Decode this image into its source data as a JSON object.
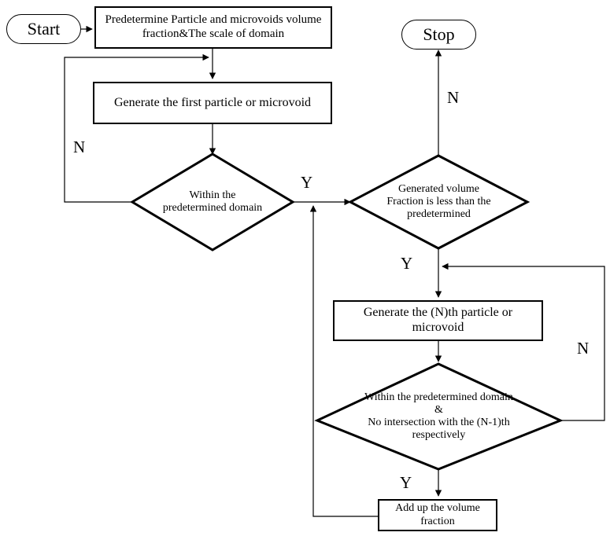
{
  "diagram": {
    "type": "flowchart",
    "title": "Particle and microvoid generation flowchart",
    "background_color": "#ffffff",
    "line_color": "#000000",
    "text_color": "#000000"
  },
  "nodes": {
    "start": {
      "label": "Start",
      "shape": "terminator"
    },
    "stop": {
      "label": "Stop",
      "shape": "terminator"
    },
    "predetermine": {
      "line1": "Predetermine  Particle and microvoids volume",
      "line2": "fraction&The scale of domain",
      "shape": "process"
    },
    "generate_first": {
      "label": "Generate the first particle or microvoid",
      "shape": "process"
    },
    "within_domain": {
      "line1": "Within the",
      "line2": "predetermined domain",
      "shape": "decision"
    },
    "volume_fraction_check": {
      "line1": "Generated  volume",
      "line2": "Fraction is less than the",
      "line3": "predetermined",
      "shape": "decision"
    },
    "generate_nth": {
      "label": "Generate the (N)th particle or microvoid",
      "shape": "process"
    },
    "within_domain_no_intersect": {
      "line1": "Within the predetermined domain",
      "line2": "&",
      "line3": "No intersection with the (N-1)th",
      "line4": "respectively",
      "shape": "decision"
    },
    "add_up": {
      "line1": "Add up the volume",
      "line2": "fraction",
      "shape": "process"
    }
  },
  "edge_labels": {
    "within_domain_no": "N",
    "within_domain_yes": "Y",
    "volume_check_no": "N",
    "volume_check_yes": "Y",
    "nth_check_no": "N",
    "nth_check_yes": "Y"
  }
}
